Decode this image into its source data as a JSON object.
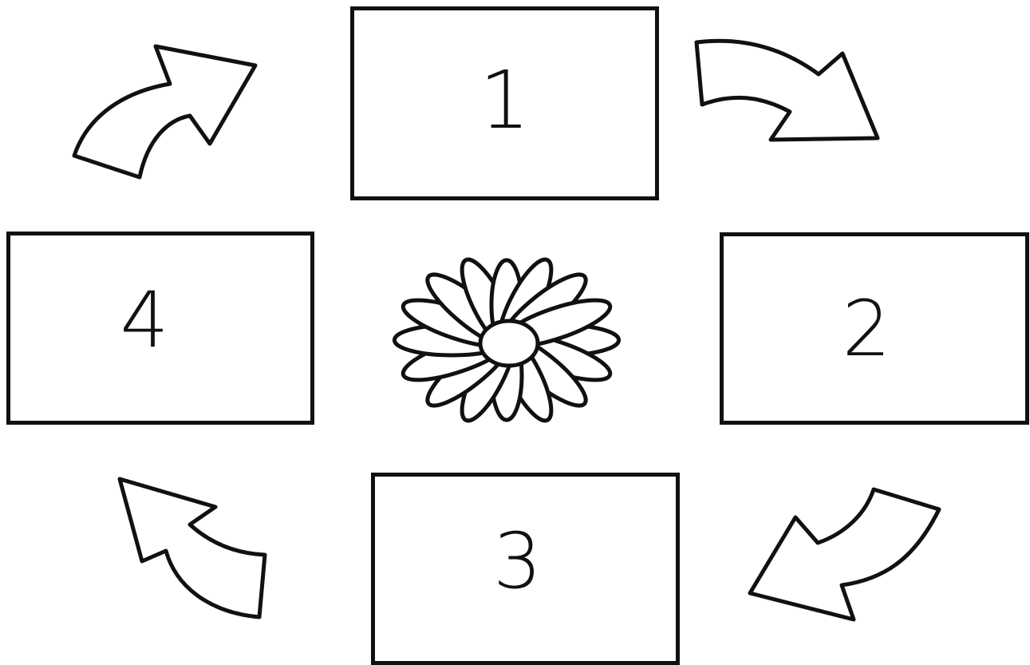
{
  "boxes": [
    {
      "id": "1",
      "label": "1"
    },
    {
      "id": "2",
      "label": "2"
    },
    {
      "id": "3",
      "label": "3"
    },
    {
      "id": "4",
      "label": "4"
    }
  ],
  "icons": {
    "center": "daisy-flower-icon",
    "arrows": [
      "curved-arrow-icon",
      "curved-arrow-icon",
      "curved-arrow-icon",
      "curved-arrow-icon"
    ]
  },
  "colors": {
    "outline": "#111111",
    "fill": "#ffffff"
  }
}
